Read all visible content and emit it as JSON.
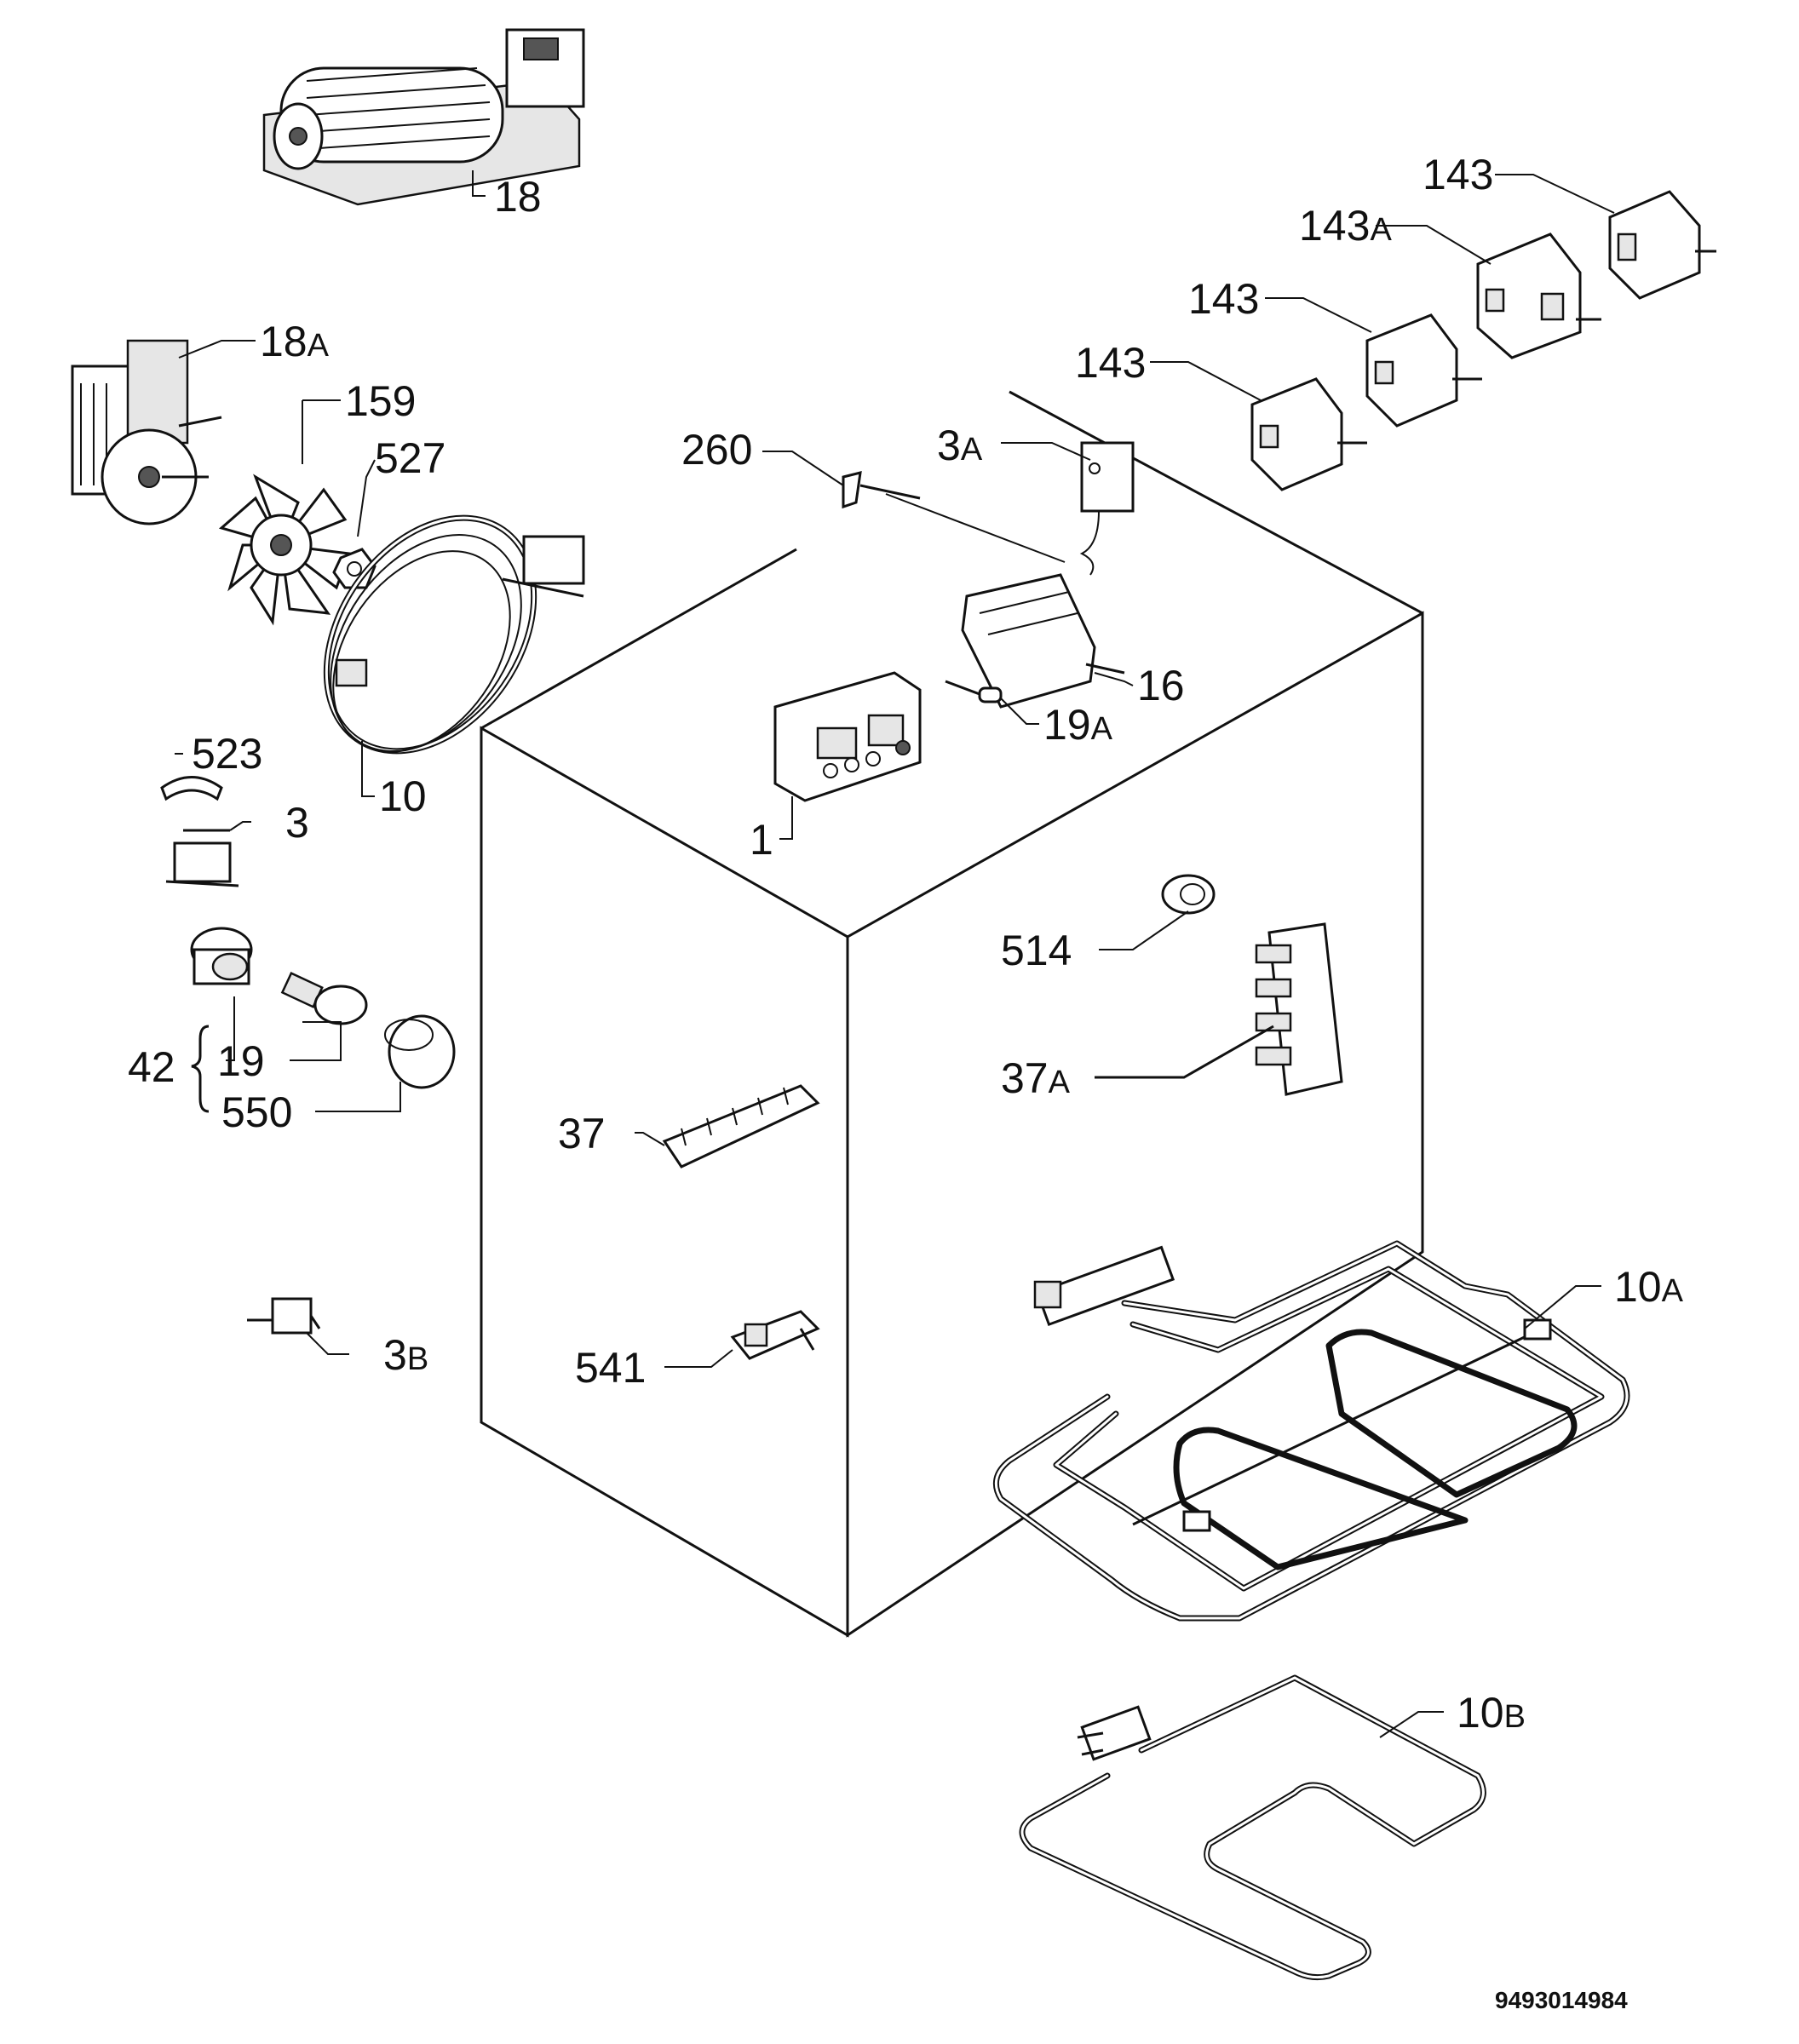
{
  "diagram": {
    "labels": {
      "p18": "18",
      "p18A": "18",
      "p18A_suffix": "A",
      "p159": "159",
      "p527": "527",
      "p260": "260",
      "p3A": "3",
      "p3A_suffix": "A",
      "p143_a": "143",
      "p143A": "143",
      "p143A_suffix": "A",
      "p143_b": "143",
      "p143_c": "143",
      "p16": "16",
      "p19A": "19",
      "p19A_suffix": "A",
      "p1": "1",
      "p10": "10",
      "p523": "523",
      "p3": "3",
      "p514": "514",
      "p37A": "37",
      "p37A_suffix": "A",
      "p42": "42",
      "p19": "19",
      "p550": "550",
      "p37": "37",
      "p10A": "10",
      "p10A_suffix": "A",
      "p3B": "3",
      "p3B_suffix": "B",
      "p541": "541",
      "p10B": "10",
      "p10B_suffix": "B"
    },
    "document_number": "9493014984"
  }
}
